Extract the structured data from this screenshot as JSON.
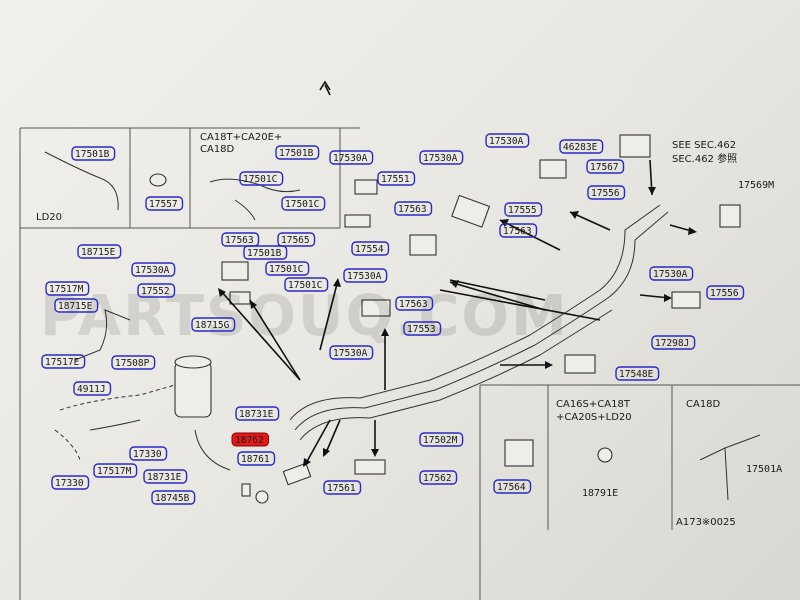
{
  "watermark": "PARTSOUQ.COM",
  "panels": {
    "top_left": {
      "label": "LD20"
    },
    "top_mid": {
      "header_lines": [
        "CA18T+CA20E+",
        "CA18D"
      ]
    },
    "bottom_mid": {
      "header_lines": [
        "CA16S+CA18T",
        "+CA20S+LD20"
      ]
    },
    "bottom_right": {
      "header": "CA18D"
    }
  },
  "notes": {
    "see_sec_1": "SEE SEC.462",
    "see_sec_2": "SEC.462 参照",
    "catalog_code": "A173※0025"
  },
  "plain_labels": [
    "17569M",
    "18791E",
    "17501A"
  ],
  "boxed_labels": [
    "17501B",
    "17557",
    "17501B",
    "17501C",
    "17501C",
    "17530A",
    "17551",
    "17530A",
    "17530A",
    "17555",
    "17563",
    "46283E",
    "17567",
    "17556",
    "17563",
    "17565",
    "17554",
    "17563",
    "17530A",
    "17556",
    "18715E",
    "17530A",
    "17501B",
    "17501C",
    "17552",
    "17501C",
    "17517M",
    "18715E",
    "18715G",
    "17530A",
    "17563",
    "17553",
    "17298J",
    "17517E",
    "17508P",
    "17530A",
    "17548E",
    "4911J",
    "18731E",
    "17502M",
    "17330",
    "17517M",
    "18761",
    "17330",
    "18731E",
    "18745B",
    "17561",
    "17562",
    "17564"
  ],
  "highlighted_label": "18762"
}
